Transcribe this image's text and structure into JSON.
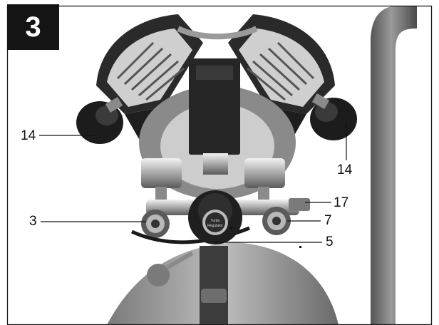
{
  "figure": {
    "number": "3",
    "callouts": {
      "left_knob": "14",
      "right_knob": "14",
      "fitting_right": "17",
      "outlet_left": "3",
      "outlet_right": "7",
      "regulator": "5"
    },
    "regulator_text": [
      "Turbo",
      "Regulator"
    ],
    "colors": {
      "badge": "#141414",
      "frame": "#1a1a1a",
      "photo_tone": "#9a9a9a"
    }
  }
}
